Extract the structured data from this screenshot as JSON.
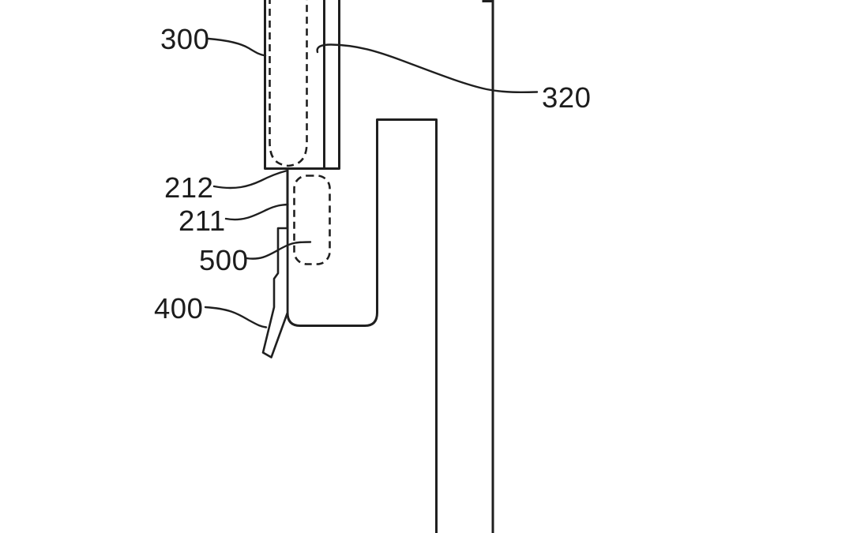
{
  "page": {
    "background_color": "#ffffff",
    "line_color": "#1f1f1f"
  },
  "figure": {
    "kind": "patent-line-drawing",
    "description": "Cropped cross-section detail of a channel/clip assembly with numbered reference leaders",
    "labels": [
      {
        "id": "300",
        "text": "300"
      },
      {
        "id": "320",
        "text": "320"
      },
      {
        "id": "212",
        "text": "212"
      },
      {
        "id": "211",
        "text": "211"
      },
      {
        "id": "500",
        "text": "500"
      },
      {
        "id": "400",
        "text": "400"
      }
    ]
  }
}
